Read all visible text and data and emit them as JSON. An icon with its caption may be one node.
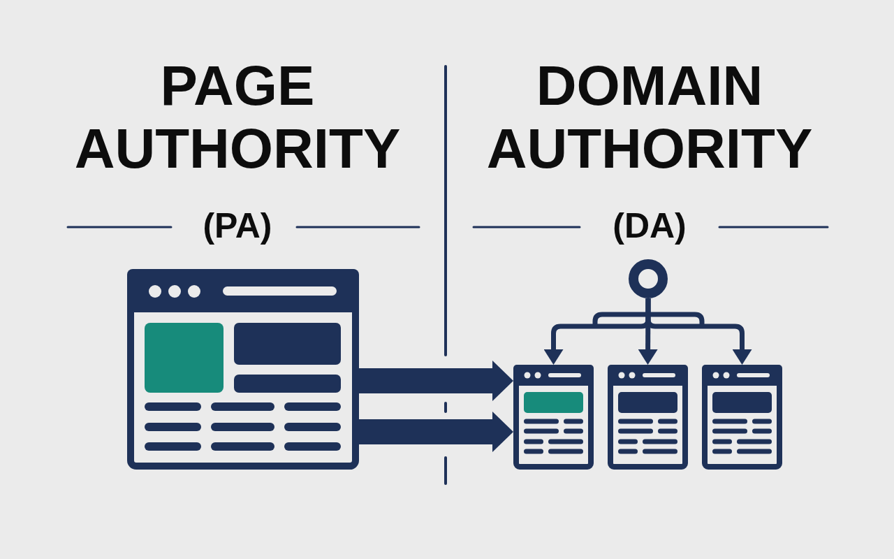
{
  "diagram": {
    "nodes": [
      {
        "text": [],
        "shape": "picture"
      },
      {
        "text": [],
        "shape": "circle"
      },
      {
        "text": [],
        "shape": "picture"
      },
      {
        "text": [],
        "shape": "picture"
      },
      {
        "text": [],
        "shape": "picture"
      }
    ],
    "edges": [
      {
        "from": 0,
        "to": 2,
        "arrow": "to",
        "style": "thick"
      },
      {
        "from": 0,
        "to": 2,
        "arrow": "to",
        "style": "thick"
      },
      {
        "from": 1,
        "to": 2,
        "arrow": "to"
      },
      {
        "from": 1,
        "to": 3,
        "arrow": "to"
      },
      {
        "from": 1,
        "to": 4,
        "arrow": "to"
      }
    ],
    "labels": [
      "PAGE AUTHORITY",
      "(PA)",
      "DOMAIN AUTHORITY",
      "(DA)"
    ]
  }
}
